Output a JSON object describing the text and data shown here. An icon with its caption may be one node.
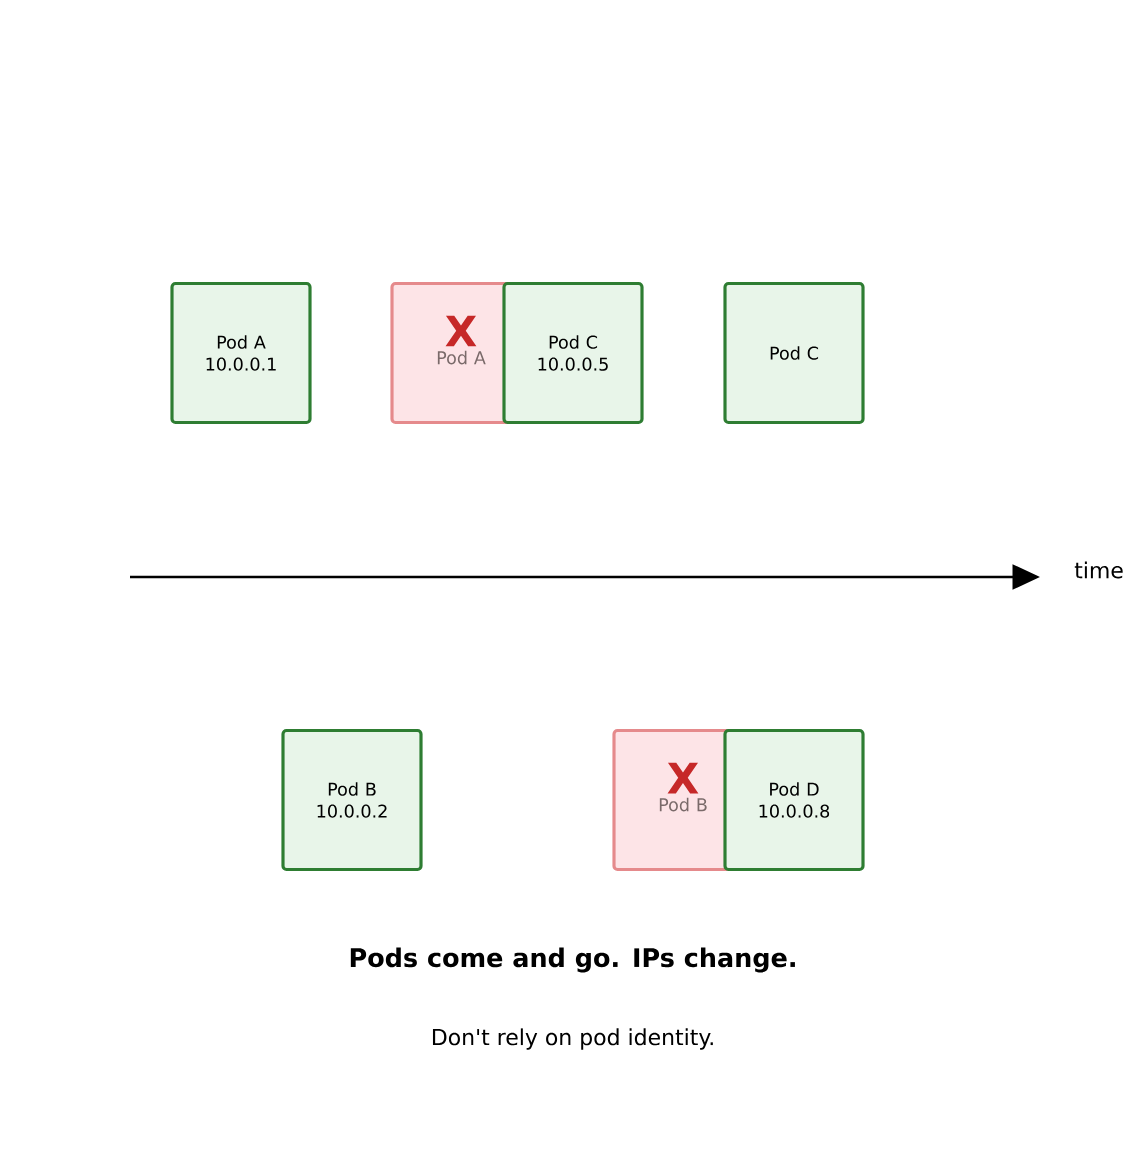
{
  "diagram": {
    "title": "Pods come and go. IPs change.",
    "caption": "Don't rely on pod identity.",
    "nodes": [
      {
        "text": [
          "Pod A 10.0.0.1"
        ]
      },
      {
        "text": [
          "X",
          "Pod A"
        ]
      },
      {
        "text": [
          "Pod C 10.0.0.5"
        ]
      },
      {
        "text": [
          "Pod C"
        ]
      },
      {
        "text": [
          "Pod B 10.0.0.2"
        ]
      },
      {
        "text": [
          "X",
          "Pod B"
        ]
      },
      {
        "text": [
          "Pod D 10.0.0.8"
        ]
      }
    ],
    "edges": [],
    "labels": [
      "time"
    ]
  }
}
